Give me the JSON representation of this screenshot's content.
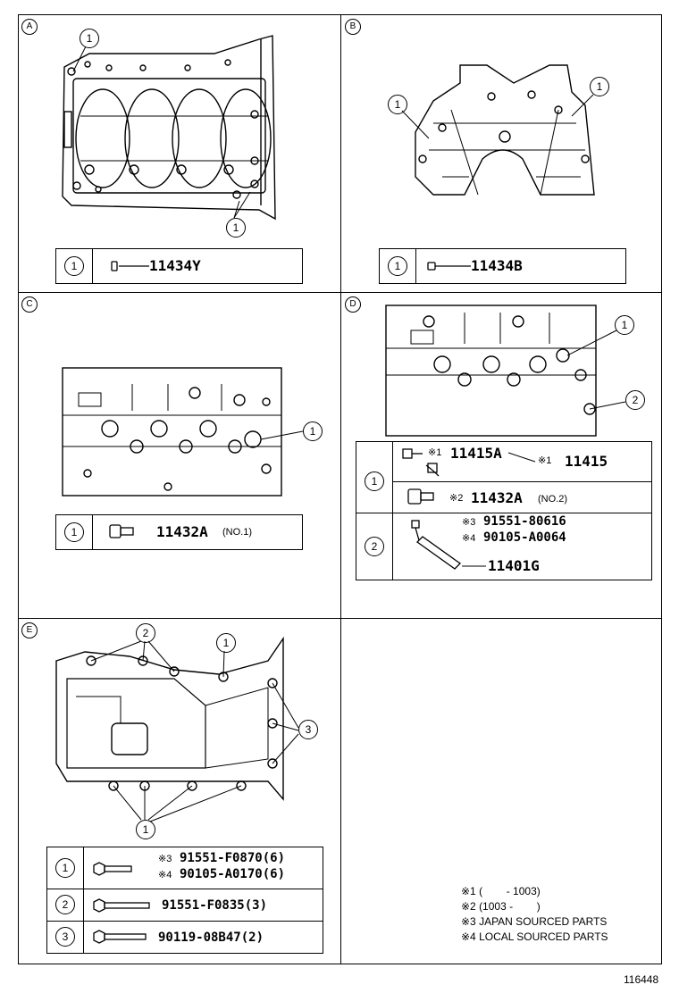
{
  "panels": {
    "A": {
      "label": "A",
      "callout": "1",
      "row_num": "1",
      "part": "11434Y"
    },
    "B": {
      "label": "B",
      "callout": "1",
      "row_num": "1",
      "part": "11434B"
    },
    "C": {
      "label": "C",
      "callout": "1",
      "row_num": "1",
      "part": "11432A",
      "note": "(NO.1)"
    },
    "D": {
      "label": "D",
      "callout1": "1",
      "callout2": "2",
      "row1_num": "1",
      "row2_num": "2",
      "r1a_mark": "※1",
      "r1a_part": "11415A",
      "r1a_right_mark": "※1",
      "r1a_right_part": "11415",
      "r1b_mark": "※2",
      "r1b_part": "11432A",
      "r1b_note": "(NO.2)",
      "r2_mark3": "※3",
      "r2_part3": "91551-80616",
      "r2_mark4": "※4",
      "r2_part4": "90105-A0064",
      "r2_main": "11401G"
    },
    "E": {
      "label": "E",
      "callout1": "1",
      "callout2": "2",
      "callout3": "3",
      "row1_num": "1",
      "row2_num": "2",
      "row3_num": "3",
      "r1_mark3": "※3",
      "r1_part3": "91551-F0870(6)",
      "r1_mark4": "※4",
      "r1_part4": "90105-A0170(6)",
      "r2_part": "91551-F0835(3)",
      "r3_part": "90119-08B47(2)"
    }
  },
  "legend": {
    "l1": "※1 (        - 1003)",
    "l2": "※2 (1003 -        )",
    "l3": "※3 JAPAN SOURCED PARTS",
    "l4": "※4 LOCAL SOURCED PARTS"
  },
  "figure_id": "116448"
}
